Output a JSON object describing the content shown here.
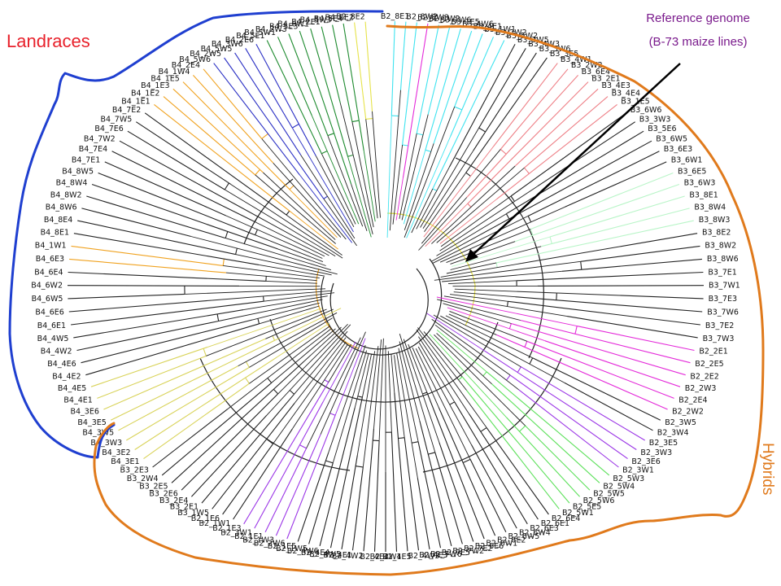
{
  "annotations": {
    "landraces": "Landraces",
    "hybrids": "Hybrids",
    "reference_line1": "Reference genome",
    "reference_line2": "(B-73 maize lines)"
  },
  "colors": {
    "landraces_outline": "#1f3fd0",
    "hybrids_outline": "#e07a1c",
    "landraces_text": "#e8212b",
    "hybrids_text": "#e07a1c",
    "reference_text": "#7a1a8c",
    "arrow": "#000000"
  },
  "clade_colors": {
    "black": "#222222",
    "orange": "#f0a21f",
    "blue": "#2a2fc4",
    "green": "#1d8a2e",
    "yellow": "#e6e34a",
    "cyan": "#3fe3ef",
    "red": "#ee7f86",
    "mint": "#b9f5c8",
    "magenta": "#e42ad9",
    "purple": "#9b36e6",
    "lime": "#5ce05a",
    "olive": "#d9d35a"
  },
  "leaf_labels": [
    "B2_8E1",
    "B2_8W2",
    "B2_8W3",
    "B2_1W2",
    "B3_1W6",
    "B3_1E5",
    "B3_4W6",
    "B3_4E1",
    "B3_1W1",
    "B3_2W2",
    "B3_5W2",
    "B3_3W5",
    "B3_4W3",
    "B3_3W6",
    "B3_3E5",
    "B3_4W1",
    "B3_2W2",
    "B3_6E4",
    "B3_2E1",
    "B3_4E3",
    "B3_4E4",
    "B3_1E5",
    "B3_6W6",
    "B3_3W3",
    "B3_5E6",
    "B3_6W5",
    "B3_6E3",
    "B3_6W1",
    "B3_6E5",
    "B3_6W3",
    "B3_8E1",
    "B3_8W4",
    "B3_8W3",
    "B3_8E2",
    "B3_8W2",
    "B3_8W6",
    "B3_7E1",
    "B3_7W1",
    "B3_7E3",
    "B3_7W6",
    "B3_7E2",
    "B3_7W3",
    "B2_2E1",
    "B2_2E5",
    "B2_2E2",
    "B2_2W3",
    "B2_2E4",
    "B2_2W2",
    "B2_3W5",
    "B2_3W4",
    "B2_3E5",
    "B2_3W3",
    "B2_3E6",
    "B2_3W1",
    "B2_5W3",
    "B2_5W4",
    "B2_5W5",
    "B2_5W6",
    "B2_5E5",
    "B2_5W1",
    "B2_6E4",
    "B2_6E1",
    "B2_6E3",
    "B2_6W4",
    "B2_6W5",
    "B2_6E2",
    "B2_6W1",
    "B2_6E6",
    "B2_7E2",
    "B2_7W2",
    "B2_7E5",
    "B2_7W6",
    "B2_4E3",
    "B2_4W3",
    "B2_4E5",
    "B2_4W1",
    "B2_4E2",
    "B2_4W2",
    "B2_4E1",
    "B2_4W5",
    "B2_4E4",
    "B2_4W6",
    "B2_1W5",
    "B2_1E5",
    "B2_2W6",
    "B2_1W3",
    "B2_1E1",
    "B2_3W1",
    "B2_1E3",
    "B2_1W1",
    "B2_1E6",
    "B3_1W5",
    "B3_2E1",
    "B3_2E4",
    "B3_2E6",
    "B3_2E5",
    "B3_2W4",
    "B3_2E3",
    "B4_3E1",
    "B4_3E2",
    "B4_3W3",
    "B4_3W5",
    "B4_3E5",
    "B4_3E6",
    "B4_4E1",
    "B4_4E5",
    "B4_4E2",
    "B4_4E6",
    "B4_4W2",
    "B4_4W5",
    "B4_6E1",
    "B4_6E6",
    "B4_6W5",
    "B4_6W2",
    "B4_6E4",
    "B4_6E3",
    "B4_1W1",
    "B4_8E1",
    "B4_8E4",
    "B4_8W6",
    "B4_8W2",
    "B4_8W4",
    "B4_8W5",
    "B4_7E1",
    "B4_7E4",
    "B4_7W2",
    "B4_7E6",
    "B4_7W5",
    "B4_7E2",
    "B4_1E1",
    "B4_1E2",
    "B4_1E3",
    "B4_1E5",
    "B4_1W4",
    "B4_2E4",
    "B4_5W6",
    "B4_2W5",
    "B4_5W5",
    "B4_3W6",
    "B4_2E6",
    "B4_5E1",
    "B4_5W1",
    "B4_2W3",
    "B4_5E3",
    "B4_6W1",
    "B4_2E1",
    "B4_5W3",
    "B4_5E4",
    "B4_2E2",
    "B2_8E2"
  ],
  "leaf_clades": [
    "cyan",
    "cyan",
    "cyan",
    "magenta",
    "cyan",
    "cyan",
    "cyan",
    "cyan",
    "cyan",
    "cyan",
    "cyan",
    "black",
    "black",
    "black",
    "black",
    "red",
    "red",
    "red",
    "red",
    "red",
    "red",
    "red",
    "black",
    "black",
    "black",
    "black",
    "black",
    "black",
    "mint",
    "mint",
    "mint",
    "mint",
    "mint",
    "black",
    "black",
    "black",
    "black",
    "black",
    "black",
    "black",
    "black",
    "black",
    "magenta",
    "magenta",
    "magenta",
    "magenta",
    "magenta",
    "magenta",
    "black",
    "black",
    "purple",
    "purple",
    "purple",
    "purple",
    "lime",
    "lime",
    "lime",
    "lime",
    "lime",
    "lime",
    "black",
    "black",
    "black",
    "black",
    "black",
    "black",
    "black",
    "black",
    "black",
    "black",
    "black",
    "black",
    "black",
    "black",
    "black",
    "black",
    "black",
    "black",
    "black",
    "black",
    "black",
    "black",
    "black",
    "black",
    "purple",
    "purple",
    "purple",
    "purple",
    "purple",
    "black",
    "black",
    "black",
    "black",
    "black",
    "black",
    "black",
    "black",
    "black",
    "olive",
    "olive",
    "olive",
    "olive",
    "olive",
    "olive",
    "olive",
    "olive",
    "black",
    "black",
    "black",
    "black",
    "black",
    "black",
    "black",
    "black",
    "black",
    "orange",
    "orange",
    "black",
    "black",
    "black",
    "black",
    "black",
    "black",
    "black",
    "black",
    "black",
    "black",
    "black",
    "black",
    "orange",
    "orange",
    "orange",
    "orange",
    "orange",
    "orange",
    "blue",
    "blue",
    "blue",
    "blue",
    "blue",
    "green",
    "green",
    "green",
    "green",
    "green",
    "green",
    "green",
    "green",
    "yellow",
    "yellow"
  ]
}
